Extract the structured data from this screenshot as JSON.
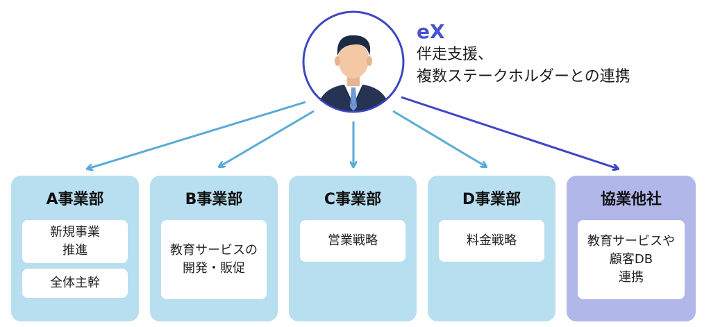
{
  "header": {
    "brand": "eX",
    "desc_line1": "伴走支援、",
    "desc_line2": "複数ステークホルダーとの連携"
  },
  "departments": [
    {
      "title": "A事業部",
      "cards": [
        {
          "lines": [
            "新規事業",
            "推進"
          ]
        },
        {
          "lines": [
            "全体主幹"
          ]
        }
      ]
    },
    {
      "title": "B事業部",
      "cards": [
        {
          "lines": [
            "教育サービスの",
            "開発・販促"
          ]
        }
      ]
    },
    {
      "title": "C事業部",
      "cards": [
        {
          "lines": [
            "営業戦略"
          ]
        }
      ]
    },
    {
      "title": "D事業部",
      "cards": [
        {
          "lines": [
            "料金戦略"
          ]
        }
      ]
    },
    {
      "title": "協業他社",
      "cards": [
        {
          "lines": [
            "教育サービスや",
            "顧客DB",
            "連携"
          ]
        }
      ]
    }
  ],
  "colors": {
    "dept_bg": "#b8dff0",
    "partner_bg": "#b2b7ea",
    "arrow_light": "#5aaad8",
    "arrow_dark": "#3d47c4",
    "brand": "#4a52cf"
  },
  "icons": {
    "avatar": "businessman-avatar-icon"
  }
}
